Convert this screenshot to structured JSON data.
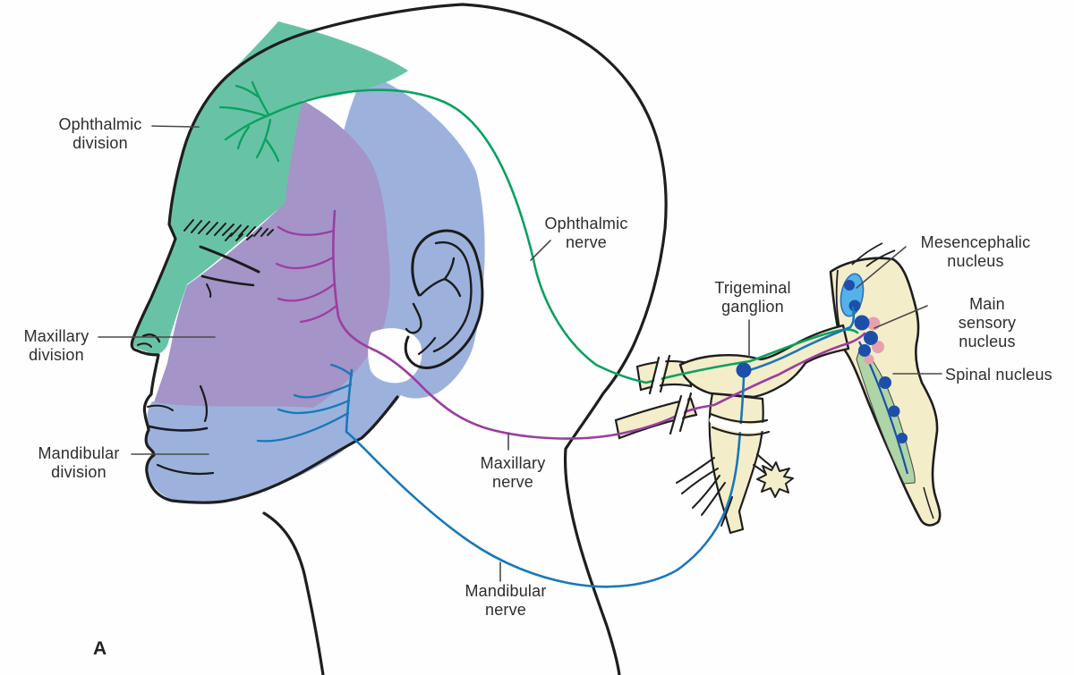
{
  "figure": {
    "panel_letter": "A"
  },
  "labels": {
    "ophthalmic_division": "Ophthalmic\ndivision",
    "maxillary_division": "Maxillary\ndivision",
    "mandibular_division": "Mandibular\ndivision",
    "ophthalmic_nerve": "Ophthalmic\nnerve",
    "maxillary_nerve": "Maxillary\nnerve",
    "mandibular_nerve": "Mandibular\nnerve",
    "trigeminal_ganglion": "Trigeminal\nganglion",
    "mesencephalic_nucleus": "Mesencephalic\nnucleus",
    "main_sensory_nucleus": "Main sensory\nnucleus",
    "spinal_nucleus": "Spinal nucleus"
  },
  "colors": {
    "ophthalmic_region": "#68c3a6",
    "maxillary_region": "#a494c8",
    "mandibular_region": "#9cb2dd",
    "ophthalmic_nerve_line": "#0aa15f",
    "maxillary_nerve_line": "#9c3da2",
    "mandibular_nerve_line": "#1878ba",
    "ganglion_fill": "#f4edca",
    "outline": "#1e1e1e",
    "mesencephalic_fill": "#54b2e9",
    "nucleus_dot": "#1d4fa8",
    "main_sensory_pink": "#e89fae",
    "spinal_strip": "#abd4a4",
    "label_text": "#2d2d2d"
  }
}
